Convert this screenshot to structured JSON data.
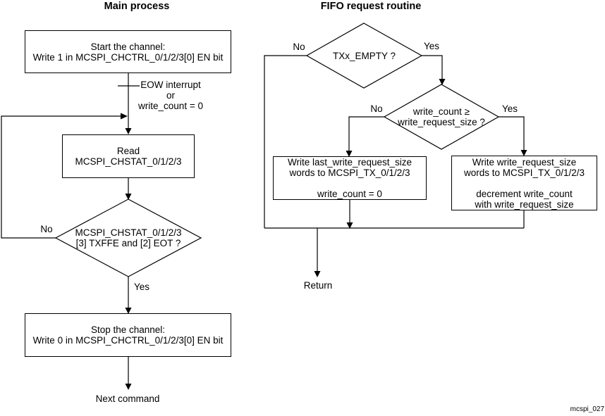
{
  "main_process": {
    "title": "Main process",
    "start_box": "Start the channel:\nWrite 1 in MCSPI_CHCTRL_0/1/2/3[0] EN bit",
    "eow_note": "EOW interrupt\nor\nwrite_count = 0",
    "read_box": "Read\nMCSPI_CHSTAT_0/1/2/3",
    "decision": "MCSPI_CHSTAT_0/1/2/3\n[3] TXFFE and [2] EOT ?",
    "decision_no": "No",
    "decision_yes": "Yes",
    "stop_box": "Stop the channel:\nWrite 0 in MCSPI_CHCTRL_0/1/2/3[0] EN bit",
    "next_label": "Next command"
  },
  "fifo_routine": {
    "title": "FIFO request routine",
    "empty_decision": "TXx_EMPTY ?",
    "empty_no": "No",
    "empty_yes": "Yes",
    "count_decision": "write_count ≥\nwrite_request_size ?",
    "count_no": "No",
    "count_yes": "Yes",
    "last_write_box": "Write last_write_request_size\nwords to MCSPI_TX_0/1/2/3\n\nwrite_count = 0",
    "write_box": "Write write_request_size\nwords to MCSPI_TX_0/1/2/3\n\ndecrement write_count\nwith write_request_size",
    "return_label": "Return"
  },
  "figure_label": "mcspi_027",
  "colors": {
    "line": "#000000",
    "text": "#000000",
    "background": "#ffffff"
  }
}
